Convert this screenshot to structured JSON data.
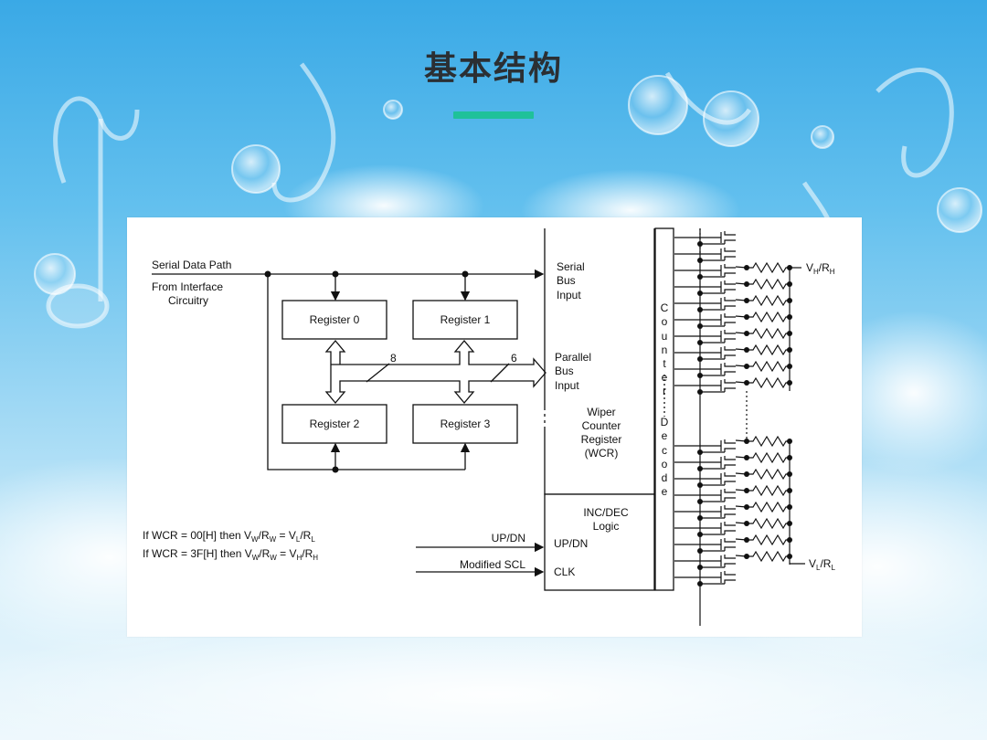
{
  "slide": {
    "title": "基本结构",
    "accent_color": "#1fc19a",
    "background": "sky-blue-clouds-music-notes"
  },
  "diagram": {
    "serial_data_path": "Serial Data Path",
    "from_interface_1": "From Interface",
    "from_interface_2": "Circuitry",
    "registers": [
      "Register 0",
      "Register 1",
      "Register 2",
      "Register 3"
    ],
    "bus_width_8": "8",
    "bus_width_6": "6",
    "serial_bus": [
      "Serial",
      "Bus",
      "Input"
    ],
    "parallel_bus": [
      "Parallel",
      "Bus",
      "Input"
    ],
    "wcr": [
      "Wiper",
      "Counter",
      "Register",
      "(WCR)"
    ],
    "inc_dec": [
      "INC/DEC",
      "Logic"
    ],
    "updn_port": "UP/DN",
    "clk_port": "CLK",
    "updn_signal": "UP/DN",
    "modified_scl": "Modified SCL",
    "counter_decode": [
      "C",
      "o",
      "u",
      "n",
      "t",
      "e",
      "r",
      "D",
      "e",
      "c",
      "o",
      "d",
      "e"
    ],
    "cond1": {
      "prefix": "If WCR = 00[H] then V",
      "s1": "W",
      "m1": "/R",
      "s2": "W",
      "m2": " = V",
      "s3": "L",
      "m3": "/R",
      "s4": "L"
    },
    "cond2": {
      "prefix": "If WCR = 3F[H] then V",
      "s1": "W",
      "m1": "/R",
      "s2": "W",
      "m2": " = V",
      "s3": "H",
      "m3": "/R",
      "s4": "H"
    },
    "vh_rh": {
      "a": "V",
      "b": "H",
      "c": "/R",
      "d": "H"
    },
    "vl_rl": {
      "a": "V",
      "b": "L",
      "c": "/R",
      "d": "L"
    }
  }
}
